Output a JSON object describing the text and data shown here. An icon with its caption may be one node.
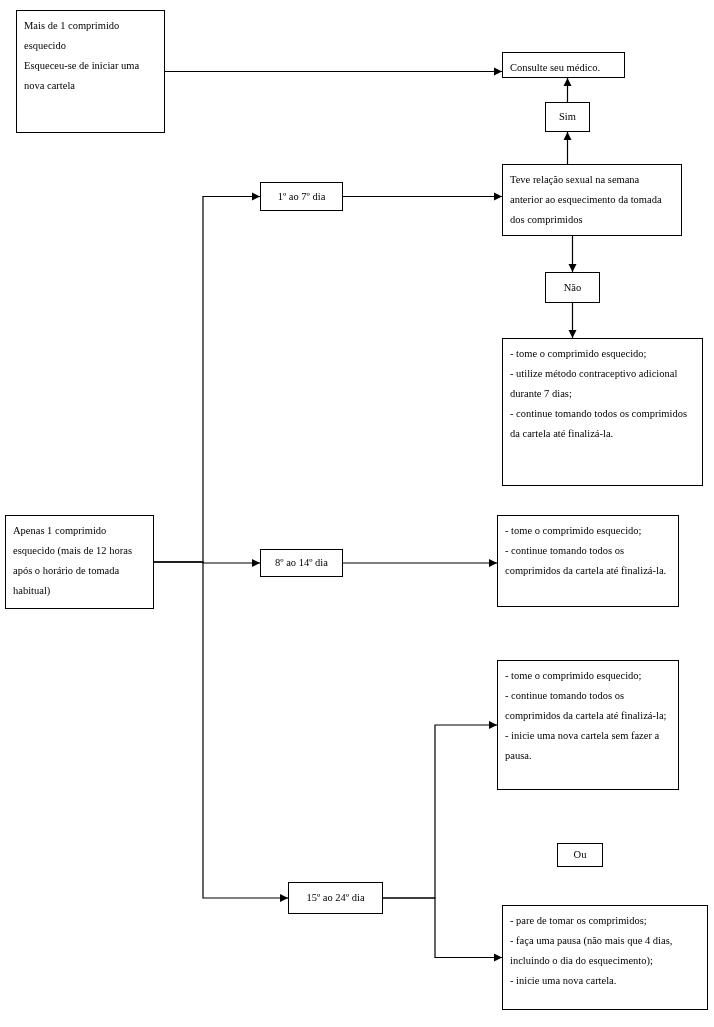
{
  "diagram": {
    "nodes": [
      {
        "text": [
          "Mais de 1 comprimido esquecido",
          "Esqueceu-se de iniciar uma nova cartela"
        ]
      },
      {
        "text": [
          "Consulte seu médico."
        ]
      },
      {
        "text": [
          "Sim"
        ]
      },
      {
        "text": [
          "1º ao 7º dia"
        ]
      },
      {
        "text": [
          "Teve relação sexual na semana anterior ao esquecimento da tomada dos comprimidos"
        ]
      },
      {
        "text": [
          "Não"
        ]
      },
      {
        "text": [
          "- tome o comprimido esquecido;",
          "- utilize método contraceptivo adicional durante 7 dias;",
          "- continue tomando todos os comprimidos da cartela até finalizá-la."
        ]
      },
      {
        "text": [
          "Apenas 1 comprimido esquecido (mais de 12 horas após o horário de tomada habitual)"
        ]
      },
      {
        "text": [
          "8º ao 14º dia"
        ]
      },
      {
        "text": [
          "- tome o comprimido esquecido;",
          "- continue tomando todos os comprimidos da cartela até finalizá-la."
        ]
      },
      {
        "text": [
          "- tome o comprimido esquecido;",
          "- continue tomando todos os comprimidos da cartela até finalizá-la;",
          "- inicie uma nova cartela sem fazer a pausa."
        ]
      },
      {
        "text": [
          "Ou"
        ]
      },
      {
        "text": [
          "15º ao 24º dia"
        ]
      },
      {
        "text": [
          "- pare de tomar os comprimidos;",
          "- faça uma pausa (não mais que 4 dias, incluindo o dia do esquecimento);",
          "- inicie uma nova cartela."
        ]
      }
    ],
    "edges": [
      {
        "from": 0,
        "to": 1,
        "arrow": "to"
      },
      {
        "from": 4,
        "to": 2,
        "arrow": "to"
      },
      {
        "from": 2,
        "to": 1,
        "arrow": "to"
      },
      {
        "from": 4,
        "to": 5,
        "arrow": "to"
      },
      {
        "from": 5,
        "to": 6,
        "arrow": "to"
      },
      {
        "from": 3,
        "to": 4,
        "arrow": "to"
      },
      {
        "from": 7,
        "to": 3,
        "arrow": "to"
      },
      {
        "from": 7,
        "to": 8,
        "arrow": "to"
      },
      {
        "from": 7,
        "to": 12,
        "arrow": "to"
      },
      {
        "from": 8,
        "to": 9,
        "arrow": "to"
      },
      {
        "from": 12,
        "to": 10,
        "arrow": "to"
      },
      {
        "from": 12,
        "to": 13,
        "arrow": "to"
      }
    ]
  }
}
